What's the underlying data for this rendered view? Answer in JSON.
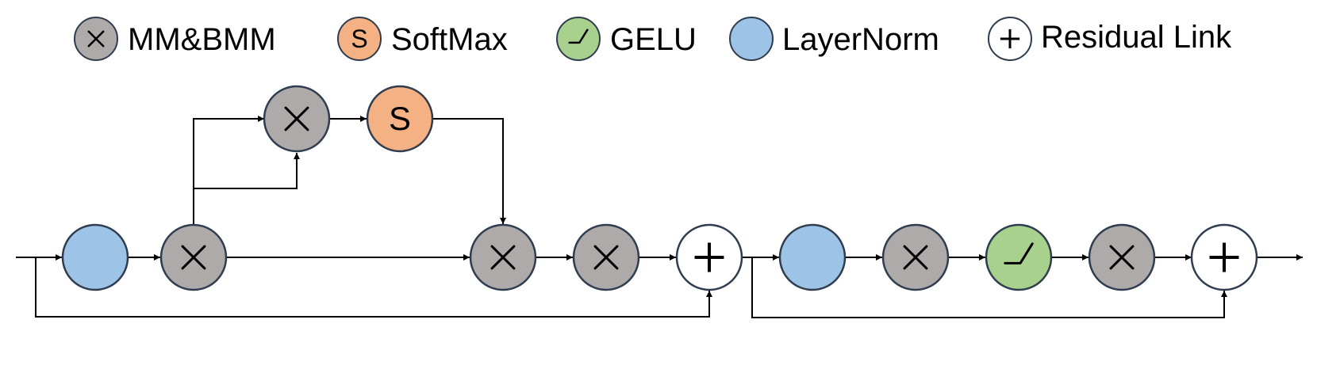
{
  "legend": {
    "items": [
      {
        "kind": "mm",
        "label": "MM&BMM"
      },
      {
        "kind": "softmax",
        "label": "SoftMax",
        "symbol": "S"
      },
      {
        "kind": "gelu",
        "label": "GELU"
      },
      {
        "kind": "layernorm",
        "label": "LayerNorm"
      },
      {
        "kind": "residual",
        "label": "Residual Link"
      }
    ]
  },
  "diagram": {
    "nodes": {
      "ln1": {
        "kind": "layernorm"
      },
      "mm_qkv": {
        "kind": "mm"
      },
      "mm_qk": {
        "kind": "mm"
      },
      "softmax": {
        "kind": "softmax",
        "symbol": "S"
      },
      "mm_av": {
        "kind": "mm"
      },
      "mm_proj": {
        "kind": "mm"
      },
      "res1": {
        "kind": "residual"
      },
      "ln2": {
        "kind": "layernorm"
      },
      "mm_fc1": {
        "kind": "mm"
      },
      "gelu": {
        "kind": "gelu"
      },
      "mm_fc2": {
        "kind": "mm"
      },
      "res2": {
        "kind": "residual"
      }
    },
    "edges": [
      [
        "input",
        "ln1"
      ],
      [
        "ln1",
        "mm_qkv"
      ],
      [
        "mm_qkv",
        "mm_qk"
      ],
      [
        "mm_qkv",
        "mm_qk"
      ],
      [
        "mm_qk",
        "softmax"
      ],
      [
        "softmax",
        "mm_av"
      ],
      [
        "mm_qkv",
        "mm_av"
      ],
      [
        "mm_av",
        "mm_proj"
      ],
      [
        "mm_proj",
        "res1"
      ],
      [
        "input",
        "res1"
      ],
      [
        "res1",
        "ln2"
      ],
      [
        "ln2",
        "mm_fc1"
      ],
      [
        "mm_fc1",
        "gelu"
      ],
      [
        "gelu",
        "mm_fc2"
      ],
      [
        "mm_fc2",
        "res2"
      ],
      [
        "res1",
        "res2"
      ],
      [
        "res2",
        "output"
      ]
    ]
  },
  "colors": {
    "mm": "#aeaaaa",
    "softmax": "#f4b183",
    "gelu": "#a9d18e",
    "layernorm": "#9dc3e6",
    "residual": "#ffffff",
    "node_stroke": "#2f3d4f",
    "edge": "#000000"
  },
  "icons": {
    "mm": "times-icon",
    "softmax": "letter-s-icon",
    "gelu": "ramp-icon",
    "layernorm": "blank-circle-icon",
    "residual": "plus-icon"
  }
}
